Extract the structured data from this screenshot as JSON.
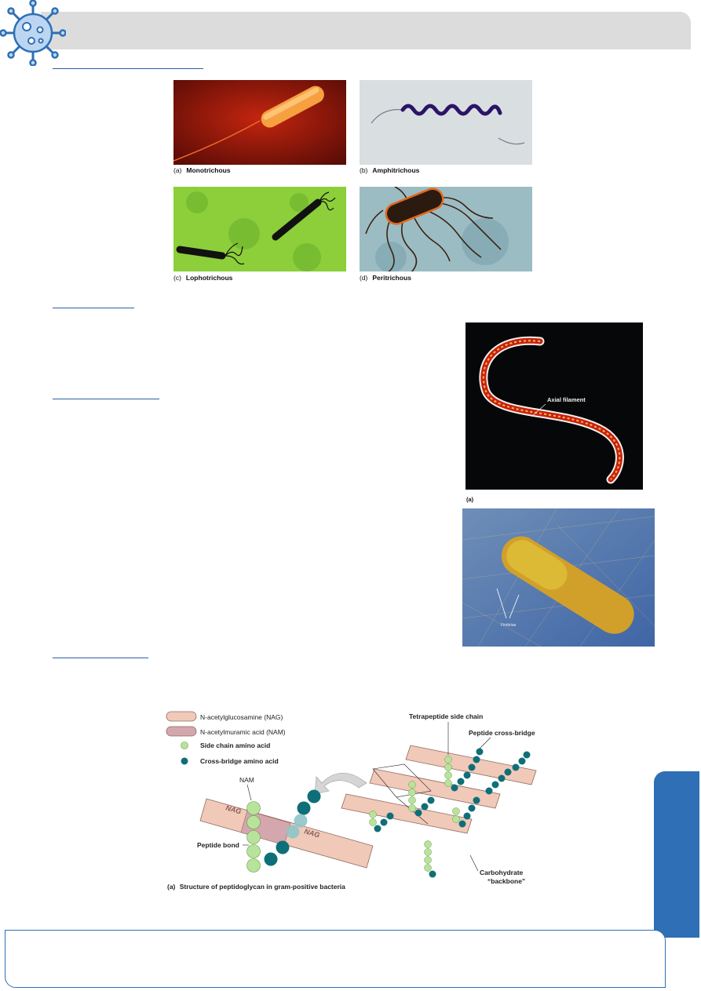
{
  "flagella_figure": {
    "panels": [
      {
        "letter": "(a)",
        "label": "Monotrichous"
      },
      {
        "letter": "(b)",
        "label": "Amphitrichous"
      },
      {
        "letter": "(c)",
        "label": "Lophotrichous"
      },
      {
        "letter": "(d)",
        "label": "Peritrichous"
      }
    ]
  },
  "axial_figure": {
    "annotation": "Axial filament",
    "panel_letter": "(a)"
  },
  "fimbriae_figure": {
    "annotation": "Fimbriae"
  },
  "peptidoglycan_figure": {
    "legend": [
      {
        "label": "N-acetylglucosamine (NAG)",
        "color": "#f1c9b8"
      },
      {
        "label": "N-acetylmuramic acid (NAM)",
        "color": "#d4a6ad"
      },
      {
        "label": "Side chain amino acid",
        "color": "#b8e39a"
      },
      {
        "label": "Cross-bridge amino acid",
        "color": "#0f6f78"
      }
    ],
    "labels": {
      "nam": "NAM",
      "nag_left": "NAG",
      "nag_right": "NAG",
      "peptide_bond": "Peptide bond",
      "tetrapeptide": "Tetrapeptide side chain",
      "cross_bridge": "Peptide cross-bridge",
      "backbone_line1": "Carbohydrate",
      "backbone_line2": "“backbone”"
    },
    "caption_letter": "(a)",
    "caption": "Structure of peptidoglycan in gram-positive bacteria"
  },
  "colors": {
    "accent_blue": "#2e6fb5",
    "header_gray": "#dcdcdc"
  }
}
